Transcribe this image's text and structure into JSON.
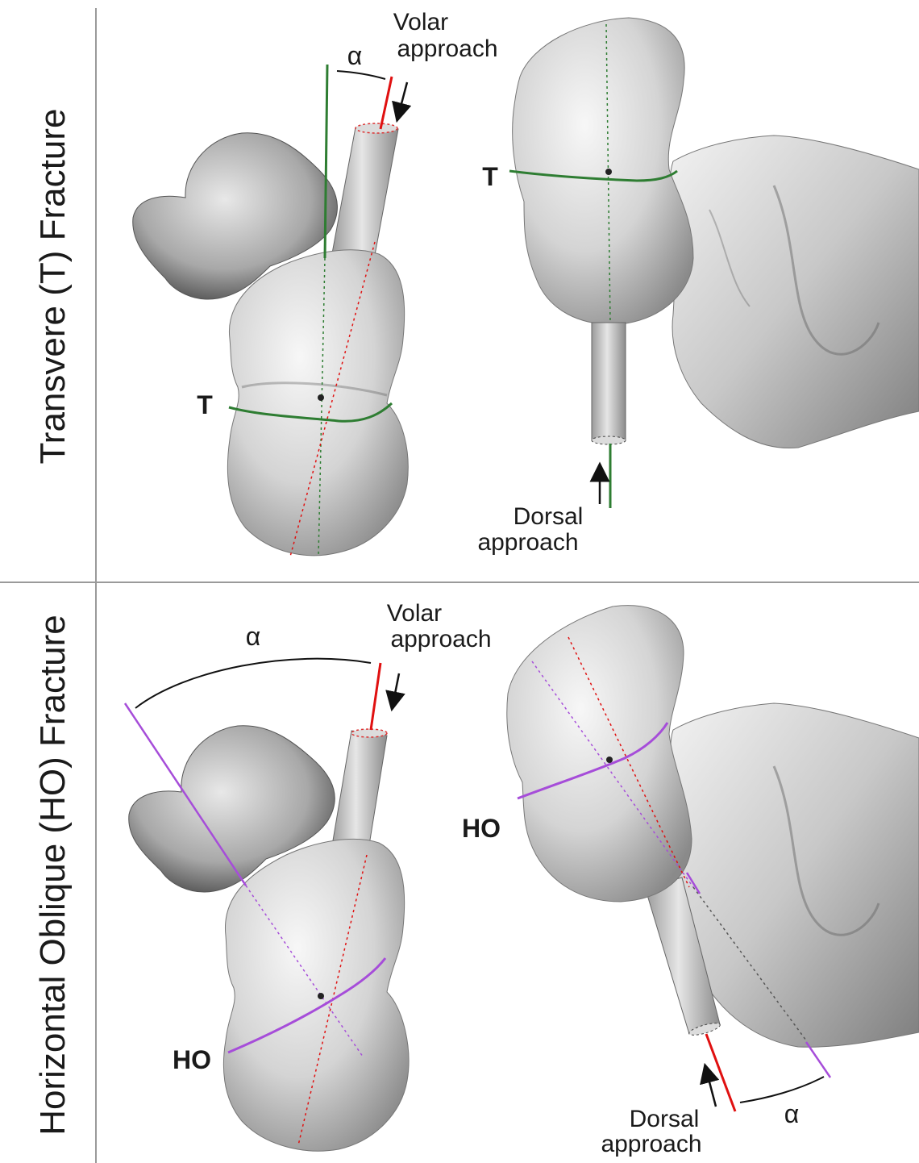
{
  "rows": [
    {
      "title": "Transvere (T) Fracture",
      "volar_label_1": "Volar",
      "volar_label_2": "approach",
      "dorsal_label_1": "Dorsal",
      "dorsal_label_2": "approach",
      "fracture_mark_left": "T",
      "fracture_mark_right": "T",
      "angle_label": "α"
    },
    {
      "title": "Horizontal Oblique (HO) Fracture",
      "volar_label_1": "Volar",
      "volar_label_2": "approach",
      "dorsal_label_1": "Dorsal",
      "dorsal_label_2": "approach",
      "fracture_mark_left": "HO",
      "fracture_mark_right": "HO",
      "angle_label_volar": "α",
      "angle_label_dorsal": "α"
    }
  ],
  "colors": {
    "fracture_line_transverse": "#2e7d32",
    "fracture_line_oblique": "#a64dd9",
    "screw_axis": "#e01010",
    "bone_fill": "#d9d9d9",
    "divider": "#9a9a9a"
  },
  "icons": [
    "bone-model",
    "screw-cylinder",
    "approach-arrow",
    "angle-arc"
  ]
}
